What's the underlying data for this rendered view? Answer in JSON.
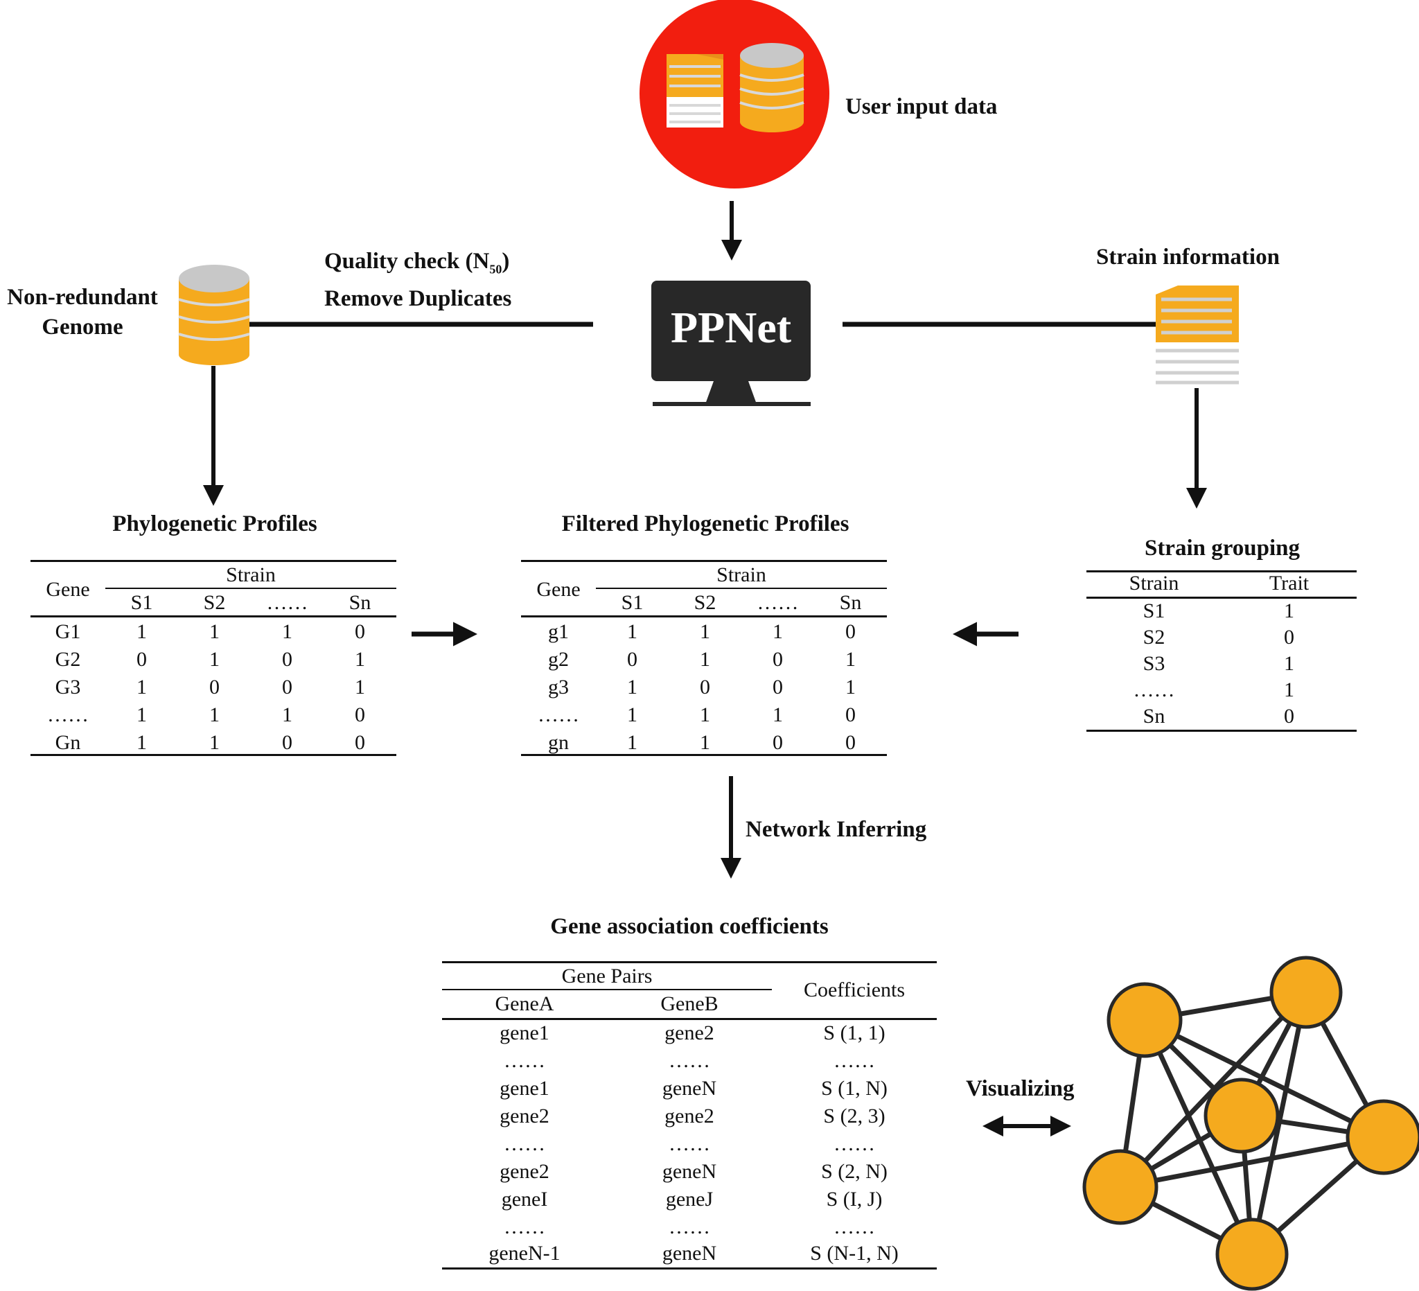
{
  "labels": {
    "user_input": "User input data",
    "quality_line1": "Quality check (N",
    "quality_sub": "50",
    "quality_line1_end": ")",
    "quality_line2": "Remove Duplicates",
    "non_redundant_line1": "Non-redundant",
    "non_redundant_line2": "Genome",
    "strain_information": "Strain information",
    "ppnet": "PPNet",
    "network_inferring": "Network Inferring",
    "visualizing": "Visualizing"
  },
  "phylo": {
    "title": "Phylogenetic Profiles",
    "gene_header": "Gene",
    "strain_header": "Strain",
    "columns": [
      "S1",
      "S2",
      "……",
      "Sn"
    ],
    "rows": [
      {
        "gene": "G1",
        "values": [
          "1",
          "1",
          "1",
          "0"
        ]
      },
      {
        "gene": "G2",
        "values": [
          "0",
          "1",
          "0",
          "1"
        ]
      },
      {
        "gene": "G3",
        "values": [
          "1",
          "0",
          "0",
          "1"
        ]
      },
      {
        "gene": "……",
        "values": [
          "1",
          "1",
          "1",
          "0"
        ]
      },
      {
        "gene": "Gn",
        "values": [
          "1",
          "1",
          "0",
          "0"
        ]
      }
    ]
  },
  "filtered": {
    "title": "Filtered Phylogenetic Profiles",
    "gene_header": "Gene",
    "strain_header": "Strain",
    "columns": [
      "S1",
      "S2",
      "……",
      "Sn"
    ],
    "rows": [
      {
        "gene": "g1",
        "values": [
          "1",
          "1",
          "1",
          "0"
        ]
      },
      {
        "gene": "g2",
        "values": [
          "0",
          "1",
          "0",
          "1"
        ]
      },
      {
        "gene": "g3",
        "values": [
          "1",
          "0",
          "0",
          "1"
        ]
      },
      {
        "gene": "……",
        "values": [
          "1",
          "1",
          "1",
          "0"
        ]
      },
      {
        "gene": "gn",
        "values": [
          "1",
          "1",
          "0",
          "0"
        ]
      }
    ]
  },
  "grouping": {
    "title": "Strain grouping",
    "headers": [
      "Strain",
      "Trait"
    ],
    "rows": [
      [
        "S1",
        "1"
      ],
      [
        "S2",
        "0"
      ],
      [
        "S3",
        "1"
      ],
      [
        "……",
        "1"
      ],
      [
        "Sn",
        "0"
      ]
    ]
  },
  "association": {
    "title": "Gene association coefficients",
    "group_header": "Gene Pairs",
    "headers": [
      "GeneA",
      "GeneB",
      "Coefficients"
    ],
    "rows": [
      [
        "gene1",
        "gene2",
        "S (1, 1)"
      ],
      [
        "……",
        "……",
        "……"
      ],
      [
        "gene1",
        "geneN",
        "S (1, N)"
      ],
      [
        "gene2",
        "gene2",
        "S (2, 3)"
      ],
      [
        "……",
        "……",
        "……"
      ],
      [
        "gene2",
        "geneN",
        "S (2, N)"
      ],
      [
        "geneI",
        "geneJ",
        "S (I, J)"
      ],
      [
        "……",
        "……",
        "……"
      ],
      [
        "geneN-1",
        "geneN",
        "S (N-1, N)"
      ]
    ]
  },
  "colors": {
    "red": "#f21e0f",
    "orange": "#f5aa1e",
    "gray": "#c8c8c8",
    "dark": "#282828"
  }
}
